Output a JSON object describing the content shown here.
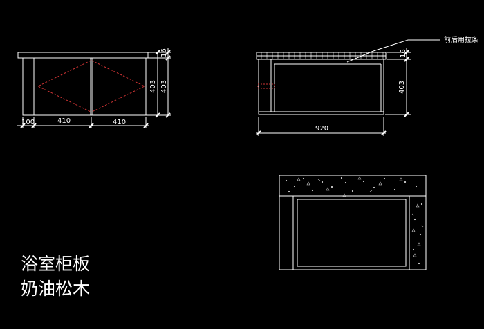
{
  "colors": {
    "background": "#000000",
    "line": "#ffffff",
    "dashed_red": "#cc3333",
    "stone_hatch": "#cfcfcf"
  },
  "front_view": {
    "dims": {
      "side_width": "100",
      "left_door_width": "410",
      "right_door_width": "410",
      "top_thickness": "16",
      "height_outer": "403",
      "height_inner": "403"
    }
  },
  "side_view": {
    "note": "前后用拉条",
    "dims": {
      "top_thickness": "16",
      "height": "403",
      "length": "920"
    }
  },
  "title": {
    "line1": "浴室柜板",
    "line2": "奶油松木"
  }
}
